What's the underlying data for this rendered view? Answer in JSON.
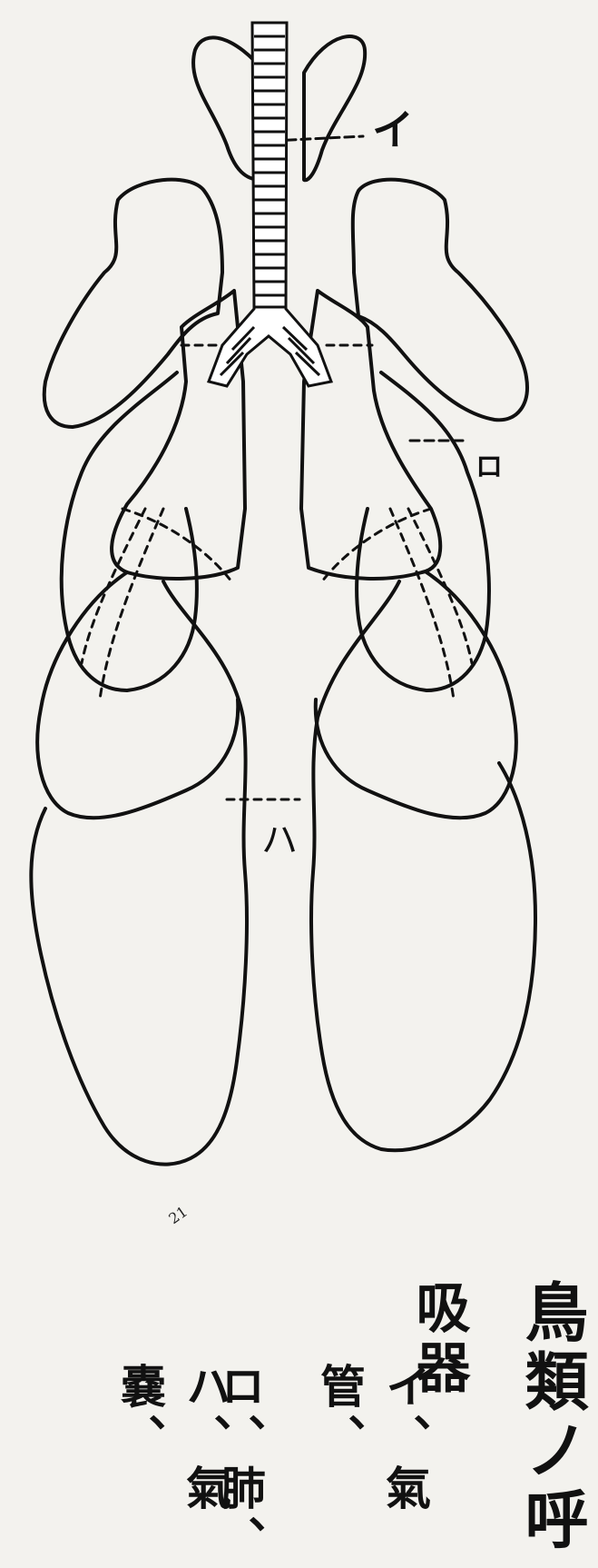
{
  "callouts": {
    "trachea_marker": "イ",
    "lung_marker": "ロ",
    "air_sac_marker": "ハ"
  },
  "caption": {
    "title_col_1": "鳥類ノ呼",
    "title_col_2": "吸器",
    "items": [
      {
        "text": "イ、氣管、"
      },
      {
        "text": "ロ、肺、"
      },
      {
        "text": "ハ、氣嚢、"
      }
    ]
  },
  "page_number": "21",
  "colors": {
    "ink": "#111111",
    "paper": "#f3f2ee"
  }
}
